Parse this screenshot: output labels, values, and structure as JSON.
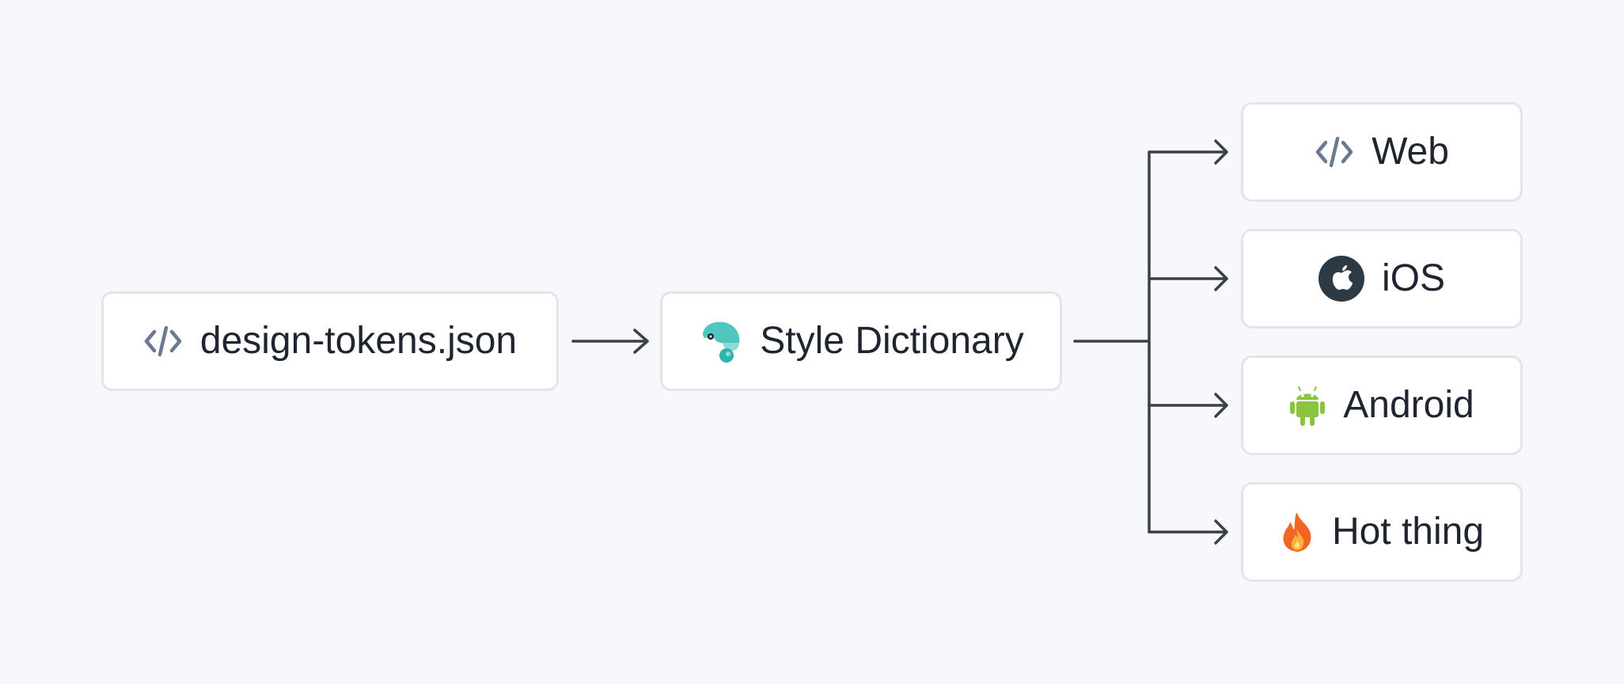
{
  "diagram": {
    "source": {
      "label": "design-tokens.json",
      "icon": "code-icon"
    },
    "processor": {
      "label": "Style Dictionary",
      "icon": "chameleon-logo-icon"
    },
    "outputs": [
      {
        "label": "Web",
        "icon": "code-icon"
      },
      {
        "label": "iOS",
        "icon": "apple-icon"
      },
      {
        "label": "Android",
        "icon": "android-icon"
      },
      {
        "label": "Hot thing",
        "icon": "fire-icon"
      }
    ]
  },
  "colors": {
    "background": "#f7f8fb",
    "node_fill": "#ffffff",
    "node_border": "#e1e5ec",
    "text": "#1f2530",
    "connector": "#3b3f46",
    "code_icon": "#6b7a90",
    "chameleon": "#4fc7c0",
    "apple_badge": "#2b3a45",
    "android": "#8bc540",
    "fire": "#f26522"
  }
}
